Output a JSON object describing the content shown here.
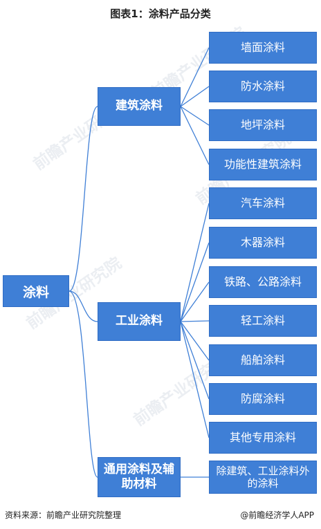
{
  "title": "图表1：涂料产品分类",
  "root": "涂料",
  "categories": [
    {
      "label": "建筑涂料",
      "children": [
        "墙面涂料",
        "防水涂料",
        "地坪涂料",
        "功能性建筑涂料"
      ]
    },
    {
      "label": "工业涂料",
      "children": [
        "汽车涂料",
        "木器涂料",
        "铁路、公路涂料",
        "轻工涂料",
        "船舶涂料",
        "防腐涂料",
        "其他专用涂料"
      ]
    },
    {
      "label": "通用涂料及辅助材料",
      "children": [
        "除建筑、工业涂料外的涂料"
      ]
    }
  ],
  "footer": {
    "source": "资料来源：前瞻产业研究院整理",
    "credit": "@前瞻经济学人APP"
  },
  "watermark": "前瞻产业研究院",
  "colors": {
    "box": "#3f7fd6",
    "connector": "#3f7fd6"
  }
}
